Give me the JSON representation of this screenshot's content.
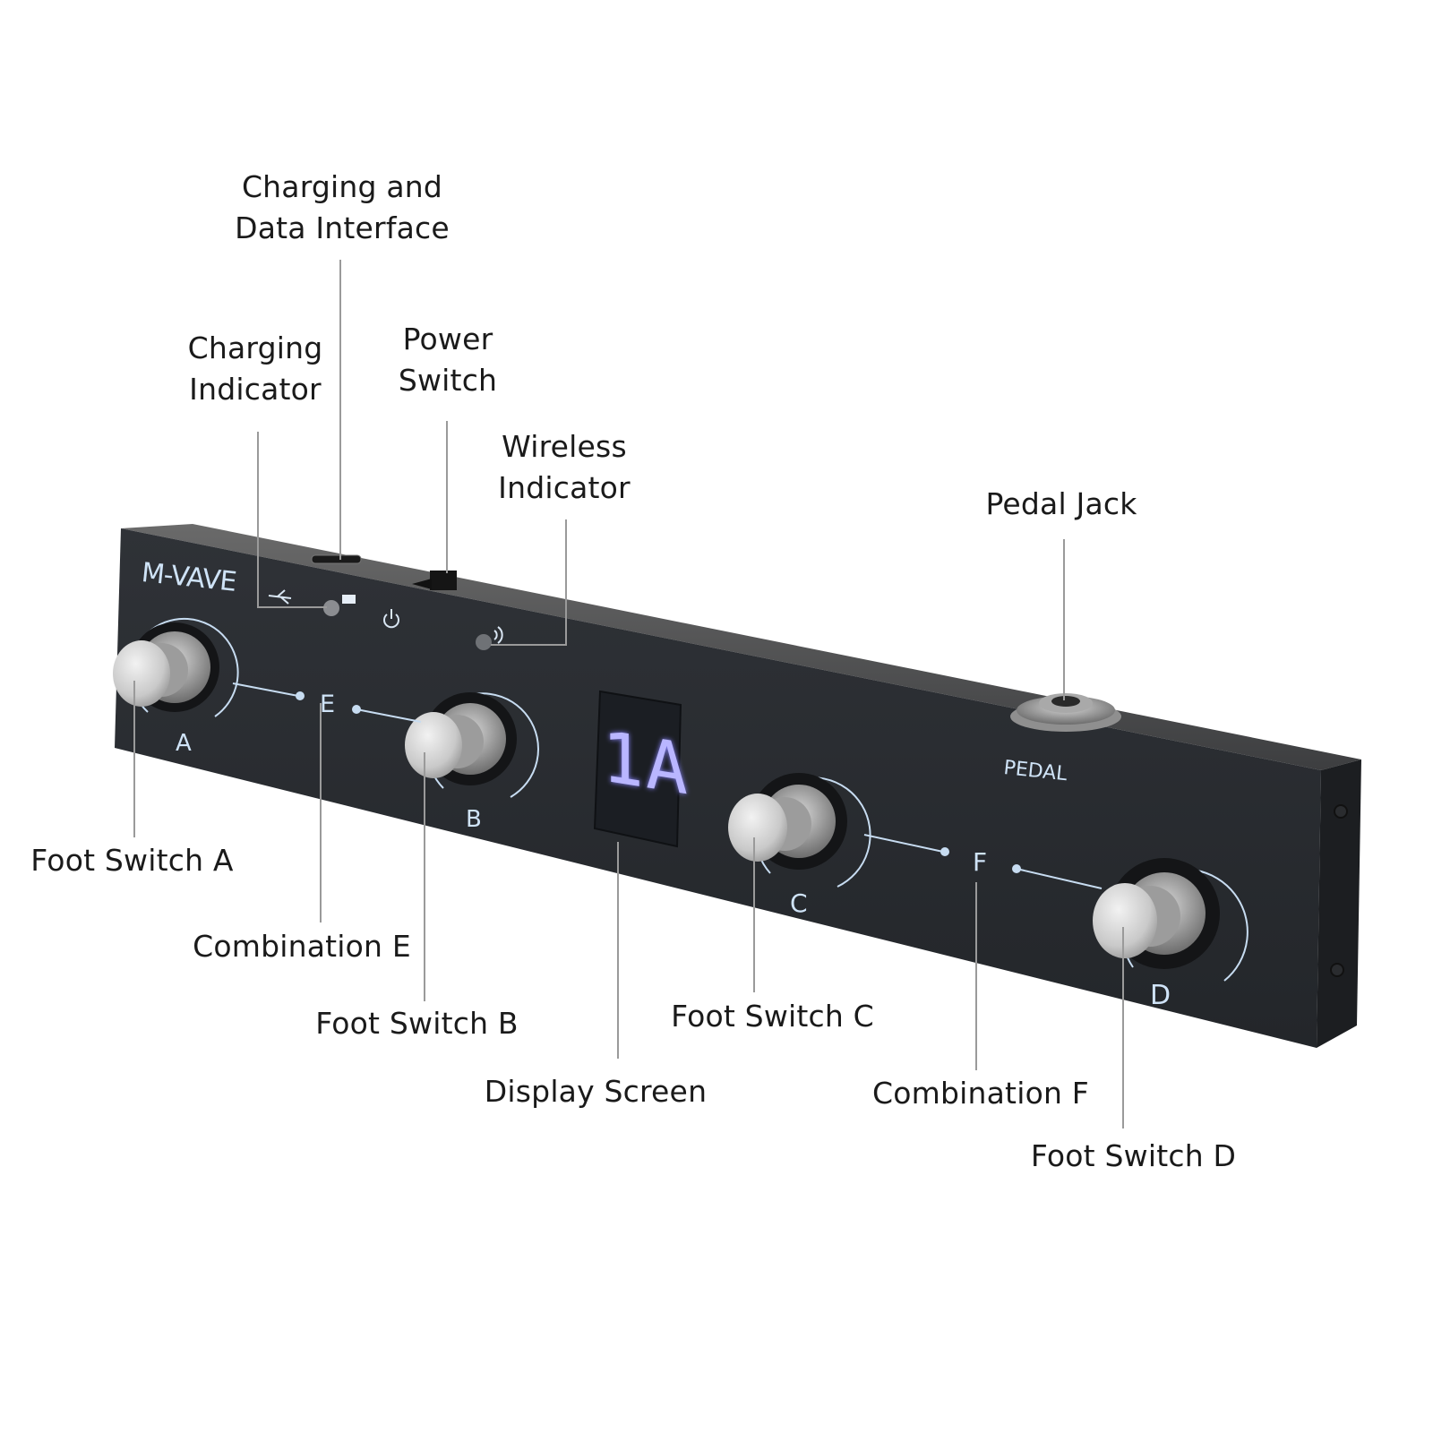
{
  "device": {
    "brand": "M-VAVE",
    "display": "1A",
    "display_color": "#b9b6ff",
    "body_color": "#2b2e33",
    "accent_color": "#cfe3f7",
    "switch_labels": [
      "A",
      "B",
      "C",
      "D"
    ],
    "combo_labels": [
      "E",
      "F"
    ],
    "jack_label": "PEDAL",
    "panel_icons": [
      "usb-icon",
      "battery-icon",
      "power-icon",
      "wireless-icon"
    ]
  },
  "callouts": {
    "charging_data": {
      "line1": "Charging and",
      "line2": "Data Interface"
    },
    "charging_indicator": {
      "line1": "Charging",
      "line2": "Indicator"
    },
    "power_switch": {
      "line1": "Power",
      "line2": "Switch"
    },
    "wireless_indicator": {
      "line1": "Wireless",
      "line2": "Indicator"
    },
    "pedal_jack": "Pedal Jack",
    "foot_switch_a": "Foot Switch A",
    "combination_e": "Combination E",
    "foot_switch_b": "Foot Switch B",
    "display_screen": "Display Screen",
    "foot_switch_c": "Foot Switch C",
    "combination_f": "Combination F",
    "foot_switch_d": "Foot Switch D"
  }
}
